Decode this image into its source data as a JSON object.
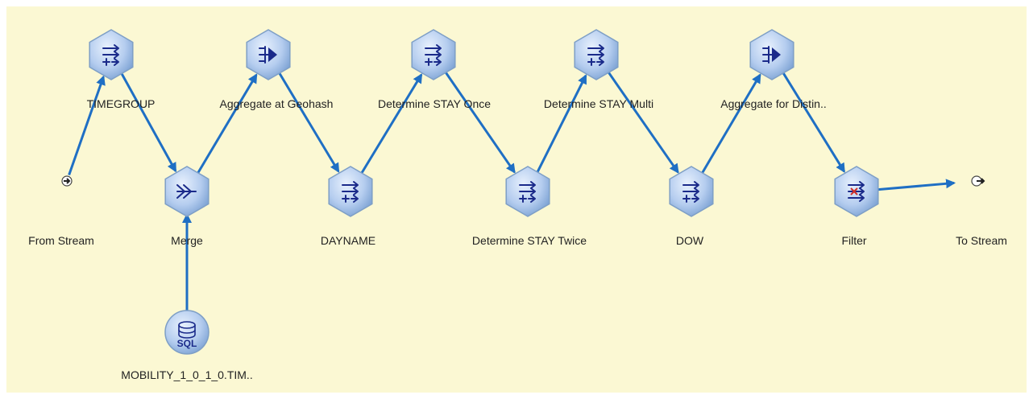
{
  "nodes": [
    {
      "id": "timegroup",
      "label": "TIMEGROUP",
      "icon": "derive-icon"
    },
    {
      "id": "agg_geo",
      "label": "Aggregate at Geohash",
      "icon": "aggregate-icon"
    },
    {
      "id": "stay_once",
      "label": "Determine STAY Once",
      "icon": "derive-icon"
    },
    {
      "id": "stay_multi",
      "label": "Determine STAY Multi",
      "icon": "derive-icon"
    },
    {
      "id": "agg_dist",
      "label": "Aggregate for Distin..",
      "icon": "aggregate-icon"
    },
    {
      "id": "from",
      "label": "From Stream",
      "icon": "stream-input-icon"
    },
    {
      "id": "merge",
      "label": "Merge",
      "icon": "merge-icon"
    },
    {
      "id": "dayname",
      "label": "DAYNAME",
      "icon": "derive-icon"
    },
    {
      "id": "stay_twice",
      "label": "Determine STAY Twice",
      "icon": "derive-icon"
    },
    {
      "id": "dow",
      "label": "DOW",
      "icon": "derive-icon"
    },
    {
      "id": "filter",
      "label": "Filter",
      "icon": "filter-icon"
    },
    {
      "id": "to",
      "label": "To Stream",
      "icon": "stream-output-icon"
    },
    {
      "id": "sql",
      "label": "MOBILITY_1_0_1_0.TIM..",
      "icon": "sql-database-icon",
      "icon_text": "SQL"
    }
  ],
  "edges": [
    {
      "from": "from",
      "to": "timegroup"
    },
    {
      "from": "timegroup",
      "to": "merge"
    },
    {
      "from": "sql",
      "to": "merge"
    },
    {
      "from": "merge",
      "to": "agg_geo"
    },
    {
      "from": "agg_geo",
      "to": "dayname"
    },
    {
      "from": "dayname",
      "to": "stay_once"
    },
    {
      "from": "stay_once",
      "to": "stay_twice"
    },
    {
      "from": "stay_twice",
      "to": "stay_multi"
    },
    {
      "from": "stay_multi",
      "to": "dow"
    },
    {
      "from": "dow",
      "to": "agg_dist"
    },
    {
      "from": "agg_dist",
      "to": "filter"
    },
    {
      "from": "filter",
      "to": "to"
    }
  ],
  "colors": {
    "background": "#fbf8d3",
    "edge": "#1f6fc4",
    "node_light": "#dbe8fa",
    "node_dark": "#7ea3d4",
    "glyph": "#1a2a8a",
    "filter_x": "#d0302a"
  }
}
